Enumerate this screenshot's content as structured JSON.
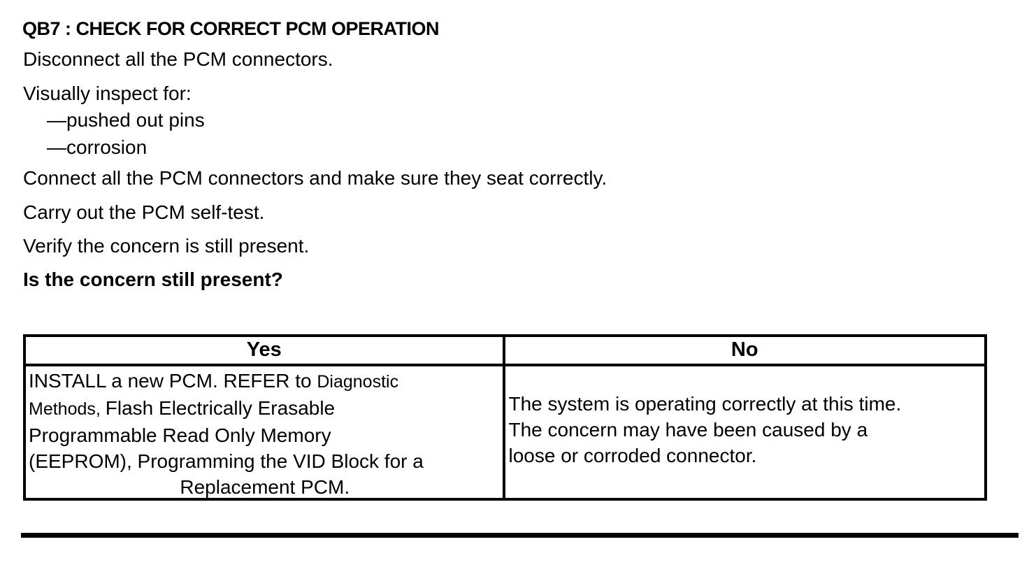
{
  "doc": {
    "title": "QB7 : CHECK FOR CORRECT PCM OPERATION",
    "steps": [
      "Disconnect all the PCM connectors.",
      "Visually inspect for:",
      "—pushed out pins",
      "—corrosion",
      "Connect all the PCM connectors and make sure they seat correctly.",
      "Carry out the PCM self-test.",
      "Verify the concern is still present."
    ],
    "question": "Is the concern still present?"
  },
  "table": {
    "headers": {
      "yes": "Yes",
      "no": "No"
    },
    "yes_cell": {
      "line1_a": "INSTALL a new PCM. REFER to ",
      "line1_b": "Diagnostic",
      "line2_a": "Methods, ",
      "line2_b": "Flash Electrically Erasable",
      "line3": "Programmable Read Only Memory",
      "line4": "(EEPROM), Programming the VID Block for a",
      "line5": "Replacement PCM."
    },
    "no_cell": {
      "line1": "The system is operating correctly at this time.",
      "line2": "The concern may have been caused by a",
      "line3": "loose or corroded connector."
    }
  },
  "colors": {
    "text": "#000000",
    "background": "#ffffff",
    "border": "#000000"
  }
}
